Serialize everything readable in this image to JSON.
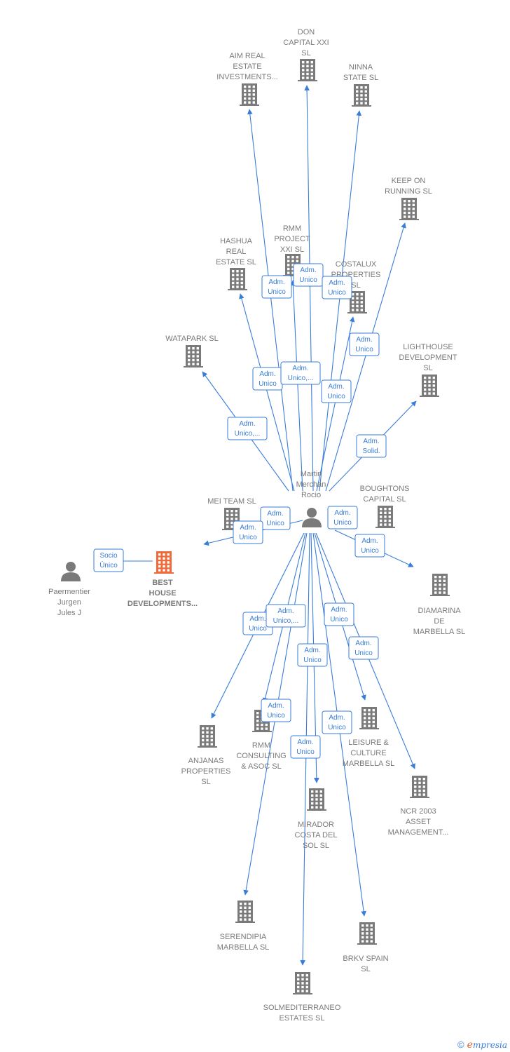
{
  "colors": {
    "edge": "#3a7dd8",
    "building": "#7a7a7a",
    "focus_building": "#f06a3a",
    "person": "#7a7a7a"
  },
  "center_person": {
    "lines": [
      "Martin",
      "Merchan",
      "Rocio"
    ],
    "icon": "person-icon"
  },
  "other_person": {
    "lines": [
      "Paermentier",
      "Jurgen",
      "Jules J"
    ],
    "icon": "person-icon"
  },
  "focus_company": {
    "lines": [
      "BEST",
      "HOUSE",
      "DEVELOPMENTS..."
    ],
    "icon": "building-icon"
  },
  "companies": [
    {
      "id": "aim",
      "lines": [
        "AIM REAL",
        "ESTATE",
        "INVESTMENTS..."
      ]
    },
    {
      "id": "don",
      "lines": [
        "DON",
        "CAPITAL XXI",
        "SL"
      ]
    },
    {
      "id": "ninna",
      "lines": [
        "NINNA",
        "STATE  SL"
      ]
    },
    {
      "id": "keep",
      "lines": [
        "KEEP ON",
        "RUNNING  SL"
      ]
    },
    {
      "id": "rmmproject",
      "lines": [
        "RMM",
        "PROJECT",
        "XXI  SL"
      ]
    },
    {
      "id": "hashua",
      "lines": [
        "HASHUA",
        "REAL",
        "ESTATE  SL"
      ]
    },
    {
      "id": "costalux",
      "lines": [
        "COSTALUX",
        "PROPERTIES",
        "SL"
      ]
    },
    {
      "id": "watapark",
      "lines": [
        "WATAPARK  SL"
      ]
    },
    {
      "id": "lighthouse",
      "lines": [
        "LIGHTHOUSE",
        "DEVELOPMENT",
        "SL"
      ]
    },
    {
      "id": "meiteam",
      "lines": [
        "MEI TEAM  SL"
      ]
    },
    {
      "id": "boughtons",
      "lines": [
        "BOUGHTONS",
        "CAPITAL  SL"
      ]
    },
    {
      "id": "diamarina",
      "lines": [
        "DIAMARINA",
        "DE",
        "MARBELLA  SL"
      ]
    },
    {
      "id": "anjanas",
      "lines": [
        "ANJANAS",
        "PROPERTIES",
        "SL"
      ]
    },
    {
      "id": "rmmconsulting",
      "lines": [
        "RMM",
        "CONSULTING",
        "& ASOC  SL"
      ]
    },
    {
      "id": "leisure",
      "lines": [
        "LEISURE &",
        "CULTURE",
        "MARBELLA  SL"
      ]
    },
    {
      "id": "ncr",
      "lines": [
        "NCR 2003",
        "ASSET",
        "MANAGEMENT..."
      ]
    },
    {
      "id": "mirador",
      "lines": [
        "MIRADOR",
        "COSTA DEL",
        "SOL  SL"
      ]
    },
    {
      "id": "serendipia",
      "lines": [
        "SERENDIPIA",
        "MARBELLA  SL"
      ]
    },
    {
      "id": "brkv",
      "lines": [
        "BRKV SPAIN",
        "SL"
      ]
    },
    {
      "id": "solmed",
      "lines": [
        "SOLMEDITERRANEO",
        "ESTATES  SL"
      ]
    }
  ],
  "relations": [
    {
      "id": "r_socio",
      "lines": [
        "Socio",
        "Único"
      ]
    },
    {
      "id": "r_hashua",
      "lines": [
        "Adm.",
        "Unico"
      ]
    },
    {
      "id": "r_rmmproject",
      "lines": [
        "Adm.",
        "Unico"
      ]
    },
    {
      "id": "r_costalux",
      "lines": [
        "Adm.",
        "Unico"
      ]
    },
    {
      "id": "r_keep",
      "lines": [
        "Adm.",
        "Unico"
      ]
    },
    {
      "id": "r_aim",
      "lines": [
        "Adm.",
        "Unico"
      ]
    },
    {
      "id": "r_don",
      "lines": [
        "Adm.",
        "Unico,..."
      ]
    },
    {
      "id": "r_ninna",
      "lines": [
        "Adm.",
        "Unico"
      ]
    },
    {
      "id": "r_watapark",
      "lines": [
        "Adm.",
        "Unico,..."
      ]
    },
    {
      "id": "r_lighthouse",
      "lines": [
        "Adm.",
        "Solid."
      ]
    },
    {
      "id": "r_meiteam",
      "lines": [
        "Adm.",
        "Unico"
      ]
    },
    {
      "id": "r_best",
      "lines": [
        "Adm.",
        "Unico"
      ]
    },
    {
      "id": "r_boughtons",
      "lines": [
        "Adm.",
        "Unico"
      ]
    },
    {
      "id": "r_diamarina",
      "lines": [
        "Adm.",
        "Unico"
      ]
    },
    {
      "id": "r_anjanas",
      "lines": [
        "Adm.",
        "Unico"
      ]
    },
    {
      "id": "r_serendipia",
      "lines": [
        "Adm.",
        "Unico,..."
      ]
    },
    {
      "id": "r_leisure",
      "lines": [
        "Adm.",
        "Unico"
      ]
    },
    {
      "id": "r_ncr",
      "lines": [
        "Adm.",
        "Unico"
      ]
    },
    {
      "id": "r_mirador",
      "lines": [
        "Adm.",
        "Unico"
      ]
    },
    {
      "id": "r_rmmconsulting",
      "lines": [
        "Adm.",
        "Unico"
      ]
    },
    {
      "id": "r_brkv",
      "lines": [
        "Adm.",
        "Unico"
      ]
    },
    {
      "id": "r_solmed",
      "lines": [
        "Adm.",
        "Unico"
      ]
    }
  ],
  "footer": {
    "copyright": "©",
    "brand_first": "e",
    "brand_rest": "mpresia"
  }
}
